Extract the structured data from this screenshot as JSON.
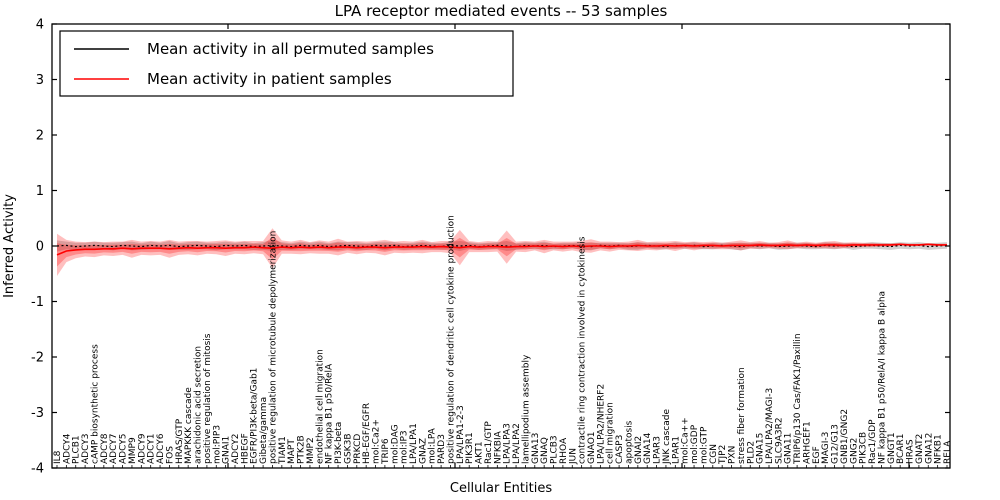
{
  "title": "LPA receptor mediated events -- 53 samples",
  "axes": {
    "xlabel": "Cellular Entities",
    "ylabel": "Inferred Activity",
    "yticks": [
      4,
      3,
      2,
      1,
      0,
      -1,
      -2,
      -3,
      -4
    ],
    "ylim": [
      -4,
      4
    ]
  },
  "legend": {
    "entries": [
      {
        "label": "Mean activity in all permuted samples",
        "color": "#000000"
      },
      {
        "label": "Mean activity in patient samples",
        "color": "#ff0000"
      }
    ],
    "position": "upper left"
  },
  "chart_data": {
    "type": "line",
    "title": "LPA receptor mediated events -- 53 samples",
    "xlabel": "Cellular Entities",
    "ylabel": "Inferred Activity",
    "ylim": [
      -4,
      4
    ],
    "grid": false,
    "legend_position": "upper left",
    "band_colors": {
      "permuted_fill": "#999999",
      "patient_fill": "#ff0000"
    },
    "categories": [
      "IL8",
      "ADCY4",
      "PLCB1",
      "ADCY3",
      "cAMP biosynthetic process",
      "ADCY8",
      "ADCY7",
      "ADCY5",
      "MMP9",
      "ADCY9",
      "ADCY1",
      "ADCY6",
      "FOS",
      "HRAS/GTP",
      "MAPKKK cascade",
      "arachidonic acid secretion",
      "positive regulation of mitosis",
      "mol:PIP3",
      "GNAI1",
      "ADCY2",
      "HBEGF",
      "EGFR/PI3K-beta/Gab1",
      "Gibeta/gamma",
      "positive regulation of microtubule depolymerization",
      "TIAM1",
      "MAPT",
      "PTK2B",
      "MMP2",
      "endothelial cell migration",
      "NF kappa B1 p50/RelA",
      "PI3K-beta",
      "GSK3B",
      "PRKCD",
      "HB-EGF/EGFR",
      "mol:Ca2+",
      "TRIP6",
      "mol:DAG",
      "mol:IP3",
      "LPA/LPA1",
      "GNAZ",
      "mol:LPA",
      "PARD3",
      "positive regulation of dendritic cell cytokine production",
      "LPA/LPA1-2-3",
      "PIK3R1",
      "AKT1",
      "Rac1/GTP",
      "NFKBIA",
      "LPA/LPA3",
      "LPA/LPA2",
      "lamellipodium assembly",
      "GNA13",
      "GNAQ",
      "PLCB3",
      "RHOA",
      "JUN",
      "contractile ring contraction involved in cytokinesis",
      "GNAO1",
      "LPA/LPA2/NHERF2",
      "cell migration",
      "CASP3",
      "apoptosis",
      "GNAI2",
      "GNA14",
      "LPAR3",
      "JNK cascade",
      "LPAR1",
      "mol:Ca++",
      "mol:GDP",
      "mol:GTP",
      "CGN",
      "TJP2",
      "PXN",
      "stress fiber formation",
      "PLD2",
      "GNA15",
      "LPA/LPA2/MAGI-3",
      "SLC9A3R2",
      "GNA11",
      "TRIP6/p130 Cas/FAK1/Paxillin",
      "ARHGEF1",
      "EGF",
      "MAGI-3",
      "G12/G13",
      "GNB1/GNG2",
      "GNG2",
      "PIK3CB",
      "Rac1/GDP",
      "NF kappa B1 p50/RelA/I kappa B alpha",
      "GNGT1",
      "BCAR1",
      "HRAS",
      "GNAT2",
      "GNA12",
      "NFKB1",
      "RELA"
    ],
    "series": [
      {
        "name": "Mean activity in all permuted samples",
        "color": "#000000",
        "mean": [
          0.0,
          0.01,
          -0.01,
          0.0,
          0.01,
          0.0,
          -0.01,
          0.01,
          0.0,
          -0.01,
          0.01,
          0.0,
          0.01,
          -0.01,
          0.0,
          0.01,
          0.0,
          -0.01,
          0.01,
          0.0,
          0.01,
          -0.01,
          0.0,
          0.01,
          0.0,
          -0.01,
          0.01,
          0.0,
          0.01,
          -0.01,
          0.0,
          0.01,
          0.0,
          -0.01,
          0.01,
          0.0,
          0.01,
          -0.01,
          0.0,
          0.01,
          0.0,
          -0.01,
          0.01,
          0.0,
          0.01,
          -0.01,
          0.0,
          0.01,
          0.0,
          -0.01,
          0.01,
          0.0,
          0.01,
          -0.01,
          0.0,
          0.01,
          0.0,
          -0.01,
          0.01,
          0.0,
          0.01,
          -0.01,
          0.0,
          0.01,
          0.0,
          -0.01,
          0.01,
          0.0,
          0.01,
          -0.01,
          0.0,
          0.01,
          0.0,
          -0.01,
          0.01,
          0.0,
          0.01,
          -0.01,
          0.0,
          0.01,
          0.0,
          -0.01,
          0.01,
          0.0,
          0.01,
          -0.01,
          0.0,
          0.01,
          0.0,
          -0.01,
          0.01,
          0.0,
          0.01,
          -0.01,
          0.0,
          0.01
        ],
        "std": [
          0.1,
          0.07,
          0.07,
          0.06,
          0.07,
          0.06,
          0.07,
          0.06,
          0.08,
          0.06,
          0.07,
          0.06,
          0.08,
          0.06,
          0.07,
          0.07,
          0.06,
          0.07,
          0.07,
          0.06,
          0.07,
          0.06,
          0.07,
          0.1,
          0.07,
          0.06,
          0.07,
          0.06,
          0.07,
          0.06,
          0.08,
          0.06,
          0.07,
          0.06,
          0.06,
          0.08,
          0.06,
          0.06,
          0.06,
          0.07,
          0.06,
          0.06,
          0.07,
          0.09,
          0.06,
          0.06,
          0.06,
          0.06,
          0.09,
          0.06,
          0.06,
          0.06,
          0.07,
          0.05,
          0.06,
          0.05,
          0.07,
          0.07,
          0.05,
          0.06,
          0.05,
          0.06,
          0.07,
          0.05,
          0.06,
          0.05,
          0.06,
          0.05,
          0.06,
          0.05,
          0.06,
          0.05,
          0.06,
          0.07,
          0.05,
          0.06,
          0.05,
          0.06,
          0.06,
          0.05,
          0.06,
          0.05,
          0.06,
          0.06,
          0.05,
          0.06,
          0.05,
          0.06,
          0.06,
          0.06,
          0.06,
          0.06,
          0.06,
          0.06,
          0.06,
          0.06
        ]
      },
      {
        "name": "Mean activity in patient samples",
        "color": "#ff0000",
        "mean": [
          -0.16,
          -0.09,
          -0.07,
          -0.06,
          -0.06,
          -0.05,
          -0.05,
          -0.04,
          -0.05,
          -0.04,
          -0.04,
          -0.04,
          -0.05,
          -0.04,
          -0.03,
          -0.04,
          -0.03,
          -0.03,
          -0.04,
          -0.03,
          -0.03,
          -0.02,
          -0.03,
          -0.04,
          -0.02,
          -0.03,
          -0.02,
          -0.03,
          -0.02,
          -0.03,
          -0.02,
          -0.02,
          -0.03,
          -0.02,
          -0.02,
          -0.03,
          -0.02,
          -0.02,
          -0.02,
          -0.01,
          -0.02,
          -0.01,
          -0.02,
          -0.03,
          -0.01,
          -0.02,
          -0.01,
          -0.01,
          -0.02,
          -0.01,
          -0.01,
          0.0,
          -0.01,
          0.0,
          -0.01,
          0.0,
          -0.01,
          0.0,
          0.0,
          -0.01,
          0.0,
          0.0,
          0.01,
          0.0,
          0.0,
          0.01,
          0.0,
          0.01,
          0.0,
          0.01,
          0.01,
          0.0,
          0.01,
          0.01,
          0.01,
          0.02,
          0.01,
          0.01,
          0.02,
          0.01,
          0.02,
          0.01,
          0.02,
          0.02,
          0.01,
          0.02,
          0.02,
          0.02,
          0.02,
          0.02,
          0.03,
          0.02,
          0.02,
          0.03,
          0.02,
          0.02
        ],
        "std": [
          0.38,
          0.2,
          0.15,
          0.13,
          0.14,
          0.12,
          0.13,
          0.12,
          0.16,
          0.12,
          0.13,
          0.12,
          0.16,
          0.12,
          0.12,
          0.13,
          0.11,
          0.12,
          0.14,
          0.11,
          0.12,
          0.11,
          0.12,
          0.36,
          0.12,
          0.11,
          0.13,
          0.1,
          0.12,
          0.11,
          0.15,
          0.1,
          0.12,
          0.1,
          0.11,
          0.14,
          0.1,
          0.11,
          0.1,
          0.12,
          0.09,
          0.1,
          0.11,
          0.32,
          0.1,
          0.09,
          0.1,
          0.09,
          0.3,
          0.09,
          0.1,
          0.08,
          0.12,
          0.08,
          0.09,
          0.08,
          0.1,
          0.12,
          0.08,
          0.09,
          0.07,
          0.08,
          0.1,
          0.07,
          0.08,
          0.07,
          0.09,
          0.06,
          0.08,
          0.06,
          0.07,
          0.06,
          0.07,
          0.09,
          0.06,
          0.07,
          0.05,
          0.06,
          0.08,
          0.05,
          0.06,
          0.05,
          0.06,
          0.07,
          0.05,
          0.05,
          0.04,
          0.04,
          0.03,
          0.03,
          0.02,
          0.02,
          0.02,
          0.02,
          0.02,
          0.02
        ]
      }
    ],
    "top_tick_x": [
      228,
      455,
      682,
      909
    ]
  }
}
